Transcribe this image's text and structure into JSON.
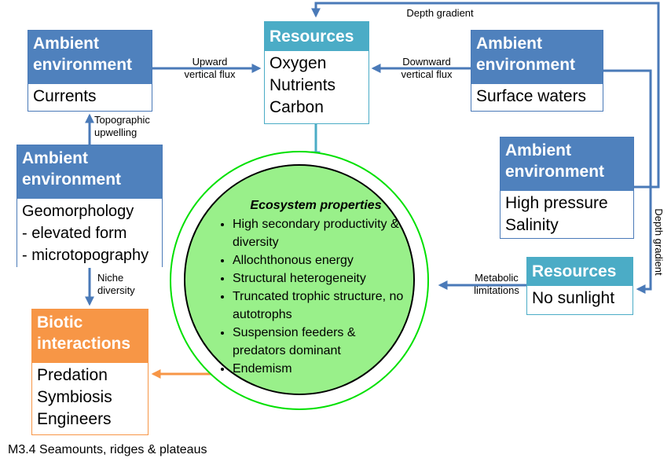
{
  "resources_top": {
    "header": "Resources",
    "lines": [
      "Oxygen",
      "Nutrients",
      "Carbon"
    ]
  },
  "ambient_currents": {
    "header": [
      "Ambient",
      "environment"
    ],
    "body": "Currents"
  },
  "ambient_surface": {
    "header": [
      "Ambient",
      "environment"
    ],
    "body": "Surface waters"
  },
  "ambient_geomorph": {
    "header": [
      "Ambient",
      "environment"
    ],
    "lines": [
      "Geomorphology",
      "- elevated form",
      "- microtopography"
    ]
  },
  "ambient_pressure": {
    "header": [
      "Ambient",
      "environment"
    ],
    "lines": [
      "High pressure",
      "Salinity"
    ]
  },
  "resources_right": {
    "header": "Resources",
    "body": "No sunlight"
  },
  "biotic": {
    "header": [
      "Biotic",
      "interactions"
    ],
    "lines": [
      "Predation",
      "Symbiosis",
      "Engineers"
    ]
  },
  "ecosystem": {
    "title": "Ecosystem properties",
    "items": [
      "High secondary productivity & diversity",
      "Allochthonous energy",
      "Structural heterogeneity",
      "Truncated trophic structure, no autotrophs",
      "Suspension feeders & predators dominant",
      "Endemism"
    ]
  },
  "labels": {
    "depth_gradient_top": "Depth gradient",
    "depth_gradient_side": "Depth gradient",
    "upward": [
      "Upward",
      "vertical flux"
    ],
    "downward": [
      "Downward",
      "vertical flux"
    ],
    "topographic": [
      "Topographic",
      "upwelling"
    ],
    "niche": [
      "Niche",
      "diversity"
    ],
    "metabolic": [
      "Metabolic",
      "limitations"
    ]
  },
  "caption": "M3.4 Seamounts, ridges & plateaus",
  "colors": {
    "ambient": "#4f81bd",
    "resources": "#4bacc6",
    "biotic": "#f79646",
    "ecosystem_fill": "#99f08a",
    "ring": "#00e000",
    "arrow": "#4a7ab8"
  }
}
